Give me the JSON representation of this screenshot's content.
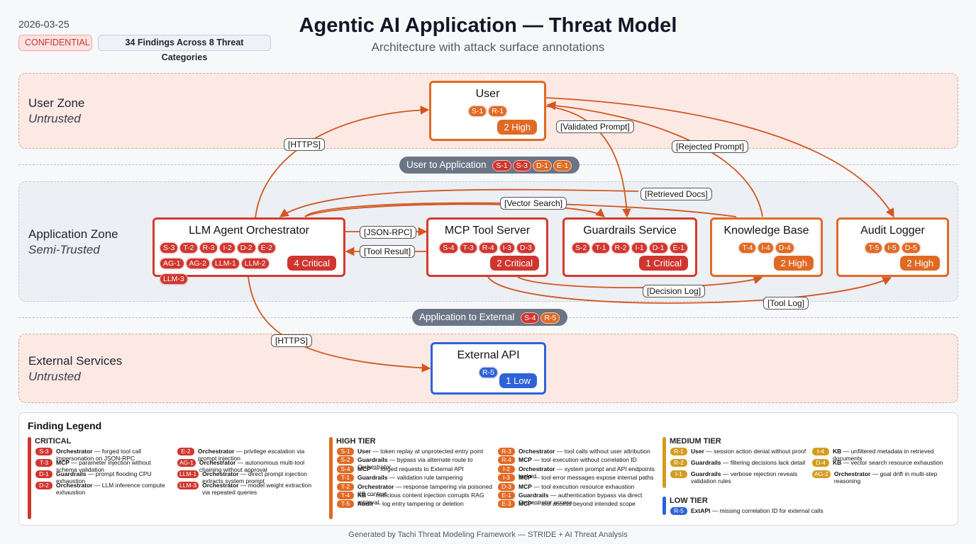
{
  "header": {
    "date": "2026-03-25",
    "confidential": "CONFIDENTIAL",
    "findings_summary": "34 Findings Across 8 Threat Categories",
    "title": "Agentic AI Application — Threat Model",
    "subtitle": "Architecture with attack surface annotations"
  },
  "zones": {
    "user": {
      "name": "User Zone",
      "trust": "Untrusted"
    },
    "app": {
      "name": "Application Zone",
      "trust": "Semi-Trusted"
    },
    "ext": {
      "name": "External Services",
      "trust": "Untrusted"
    }
  },
  "boundaries": {
    "user_app": {
      "label": "User to Application",
      "chips": [
        {
          "id": "S-1",
          "sev": "crit"
        },
        {
          "id": "S-3",
          "sev": "crit"
        },
        {
          "id": "D-1",
          "sev": "high"
        },
        {
          "id": "E-1",
          "sev": "high"
        }
      ]
    },
    "app_ext": {
      "label": "Application to External",
      "chips": [
        {
          "id": "S-4",
          "sev": "crit"
        },
        {
          "id": "R-5",
          "sev": "high"
        }
      ]
    }
  },
  "nodes": {
    "user": {
      "title": "User",
      "chips": [
        {
          "id": "S-1",
          "sev": "high"
        },
        {
          "id": "R-1",
          "sev": "high"
        }
      ],
      "severity": "2 High"
    },
    "orchestrator": {
      "title": "LLM Agent Orchestrator",
      "chips": [
        {
          "id": "S-3",
          "sev": "crit"
        },
        {
          "id": "T-2",
          "sev": "crit"
        },
        {
          "id": "R-3",
          "sev": "crit"
        },
        {
          "id": "I-2",
          "sev": "crit"
        },
        {
          "id": "D-2",
          "sev": "crit"
        },
        {
          "id": "E-2",
          "sev": "crit"
        },
        {
          "id": "AG-1",
          "sev": "crit"
        },
        {
          "id": "AG-2",
          "sev": "crit"
        },
        {
          "id": "LLM-1",
          "sev": "crit"
        },
        {
          "id": "LLM-2",
          "sev": "crit"
        },
        {
          "id": "LLM-3",
          "sev": "crit"
        }
      ],
      "severity": "4 Critical"
    },
    "mcp": {
      "title": "MCP Tool Server",
      "chips": [
        {
          "id": "S-4",
          "sev": "crit"
        },
        {
          "id": "T-3",
          "sev": "crit"
        },
        {
          "id": "R-4",
          "sev": "crit"
        },
        {
          "id": "I-3",
          "sev": "crit"
        },
        {
          "id": "D-3",
          "sev": "crit"
        }
      ],
      "severity": "2 Critical"
    },
    "guardrails": {
      "title": "Guardrails Service",
      "chips": [
        {
          "id": "S-2",
          "sev": "crit"
        },
        {
          "id": "T-1",
          "sev": "crit"
        },
        {
          "id": "R-2",
          "sev": "crit"
        },
        {
          "id": "I-1",
          "sev": "crit"
        },
        {
          "id": "D-1",
          "sev": "crit"
        },
        {
          "id": "E-1",
          "sev": "crit"
        }
      ],
      "severity": "1 Critical"
    },
    "kb": {
      "title": "Knowledge Base",
      "chips": [
        {
          "id": "T-4",
          "sev": "high"
        },
        {
          "id": "I-4",
          "sev": "high"
        },
        {
          "id": "D-4",
          "sev": "high"
        }
      ],
      "severity": "2 High"
    },
    "audit": {
      "title": "Audit Logger",
      "chips": [
        {
          "id": "T-5",
          "sev": "high"
        },
        {
          "id": "I-5",
          "sev": "high"
        },
        {
          "id": "D-5",
          "sev": "high"
        }
      ],
      "severity": "2 High"
    },
    "extapi": {
      "title": "External API",
      "chips": [
        {
          "id": "R-5",
          "sev": "low"
        }
      ],
      "severity": "1 Low"
    }
  },
  "edges": {
    "https_user": "[HTTPS]",
    "validated_prompt": "[Validated Prompt]",
    "rejected_prompt": "[Rejected Prompt]",
    "retrieved_docs": "[Retrieved Docs]",
    "vector_search": "[Vector Search]",
    "json_rpc": "[JSON-RPC]",
    "tool_result": "[Tool Result]",
    "decision_log": "[Decision Log]",
    "tool_log": "[Tool Log]",
    "https_ext": "[HTTPS]"
  },
  "legend": {
    "title": "Finding Legend",
    "critical": {
      "name": "CRITICAL",
      "items": [
        {
          "id": "S-3",
          "who": "Orchestrator",
          "text": "— forged tool call impersonation on JSON-RPC"
        },
        {
          "id": "T-3",
          "who": "MCP",
          "text": "— parameter injection without schema validation"
        },
        {
          "id": "D-1",
          "who": "Guardrails",
          "text": "— prompt flooding CPU exhaustion"
        },
        {
          "id": "D-2",
          "who": "Orchestrator",
          "text": "— LLM inference compute exhaustion"
        },
        {
          "id": "E-2",
          "who": "Orchestrator",
          "text": "— privilege escalation via prompt injection"
        },
        {
          "id": "AG-1",
          "who": "Orchestrator",
          "text": "— autonomous multi-tool chaining without approval"
        },
        {
          "id": "LLM-1",
          "who": "Orchestrator",
          "text": "— direct prompt injection extracts system prompt"
        },
        {
          "id": "LLM-3",
          "who": "Orchestrator",
          "text": "— model weight extraction via repeated queries"
        }
      ]
    },
    "high": {
      "name": "HIGH TIER",
      "items": [
        {
          "id": "S-1",
          "who": "User",
          "text": "— token replay at unprotected entry point"
        },
        {
          "id": "S-2",
          "who": "Guardrails",
          "text": "— bypass via alternate route to Orchestrator"
        },
        {
          "id": "S-4",
          "who": "MCP",
          "text": "— forged requests to External API"
        },
        {
          "id": "T-1",
          "who": "Guardrails",
          "text": "— validation rule tampering"
        },
        {
          "id": "T-2",
          "who": "Orchestrator",
          "text": "— response tampering via poisoned KB context"
        },
        {
          "id": "T-4",
          "who": "KB",
          "text": "— malicious content injection corrupts RAG retrieval"
        },
        {
          "id": "T-5",
          "who": "Audit",
          "text": "— log entry tampering or deletion"
        },
        {
          "id": "R-3",
          "who": "Orchestrator",
          "text": "— tool calls without user attribution"
        },
        {
          "id": "R-4",
          "who": "MCP",
          "text": "— tool execution without correlation ID"
        },
        {
          "id": "I-2",
          "who": "Orchestrator",
          "text": "— system prompt and API endpoints leaked"
        },
        {
          "id": "I-3",
          "who": "MCP",
          "text": "— tool error messages expose internal paths"
        },
        {
          "id": "D-3",
          "who": "MCP",
          "text": "— tool execution resource exhaustion"
        },
        {
          "id": "E-1",
          "who": "Guardrails",
          "text": "— authentication bypass via direct Orchestrator access"
        },
        {
          "id": "E-3",
          "who": "MCP",
          "text": "— tool access beyond intended scope"
        }
      ]
    },
    "medium": {
      "name": "MEDIUM TIER",
      "items": [
        {
          "id": "R-1",
          "who": "User",
          "text": "— session action denial without proof"
        },
        {
          "id": "R-2",
          "who": "Guardrails",
          "text": "— filtering decisions lack detail"
        },
        {
          "id": "I-1",
          "who": "Guardrails",
          "text": "— verbose rejection reveals validation rules"
        },
        {
          "id": "I-4",
          "who": "KB",
          "text": "— unfiltered metadata in retrieved documents"
        },
        {
          "id": "D-4",
          "who": "KB",
          "text": "— vector search resource exhaustion"
        },
        {
          "id": "AG-2",
          "who": "Orchestrator",
          "text": "— goal drift in multi-step reasoning"
        }
      ]
    },
    "low": {
      "name": "LOW TIER",
      "items": [
        {
          "id": "R-5",
          "who": "ExtAPI",
          "text": "— missing correlation ID for external calls"
        }
      ]
    }
  },
  "footer": "Generated by Tachi Threat Modeling Framework — STRIDE + AI Threat Analysis"
}
